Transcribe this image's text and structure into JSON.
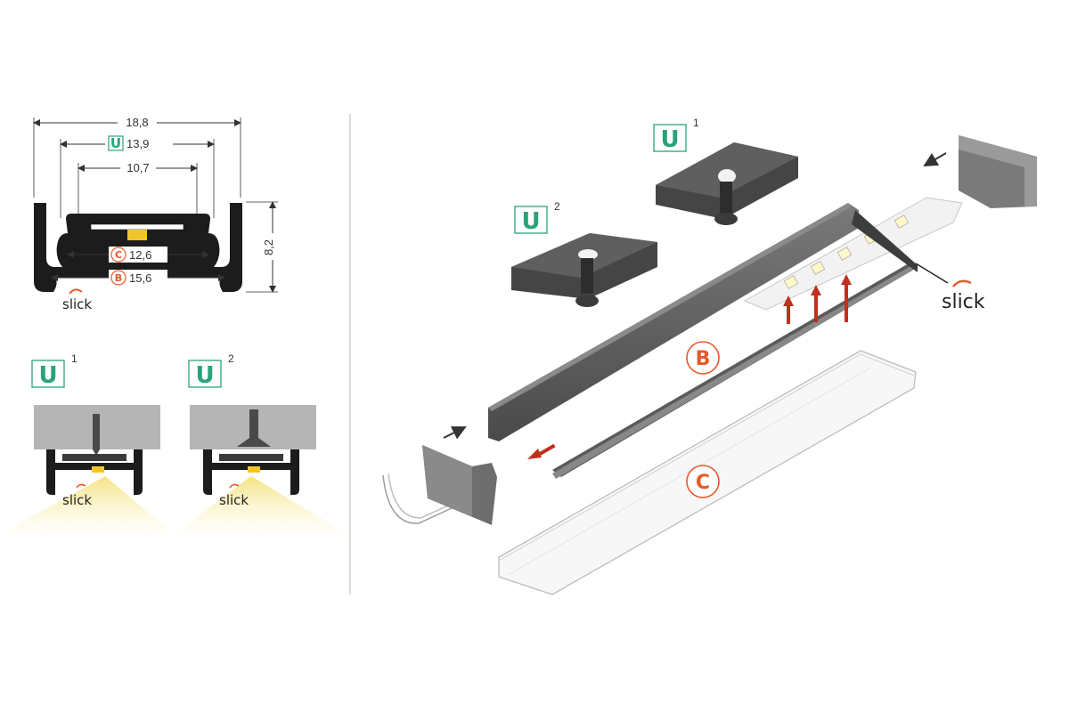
{
  "dimensions": {
    "overall_width": "18,8",
    "u_width": "13,9",
    "inner_top": "10,7",
    "height": "8,2",
    "c_width": "12,6",
    "b_width": "15,6"
  },
  "labels": {
    "u": "U",
    "b": "B",
    "c": "C",
    "sup_1": "1",
    "sup_2": "2",
    "brand": "slick"
  },
  "colors": {
    "green": "#2aa37a",
    "orange": "#e55a2b",
    "red_arrow": "#c0301e",
    "profile": "#1c1c1c",
    "aluminium": "#5e5e5e",
    "light": "#f6e58a"
  },
  "icons": [
    "mounting-clip-u1",
    "mounting-clip-u2",
    "end-cap",
    "led-strip",
    "screw"
  ]
}
